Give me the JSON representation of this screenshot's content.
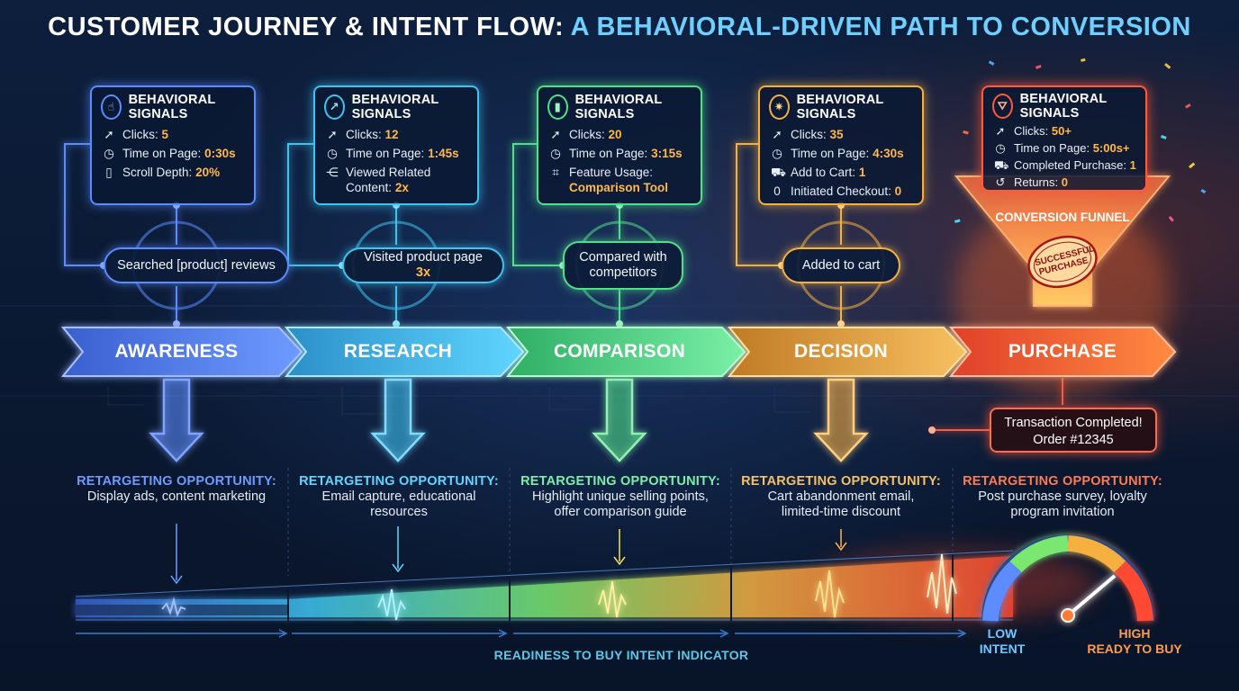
{
  "title": {
    "part1": "CUSTOMER JOURNEY & INTENT FLOW:",
    "part2": "A BEHAVIORAL-DRIVEN PATH TO CONVERSION"
  },
  "colors": {
    "awareness": "#5b8cff",
    "research": "#3fc3f0",
    "comparison": "#4fe08a",
    "decision": "#f5b040",
    "purchase": "#ff5a3c"
  },
  "stages": [
    {
      "name": "AWARENESS",
      "signals": {
        "title": "BEHAVIORAL SIGNALS",
        "icon": "touch-icon",
        "rows": [
          {
            "icon": "cursor-icon",
            "label": "Clicks:",
            "value": "5"
          },
          {
            "icon": "clock-icon",
            "label": "Time on Page:",
            "value": "0:30s"
          },
          {
            "icon": "scroll-icon",
            "label": "Scroll Depth:",
            "value": "20%"
          }
        ]
      },
      "action": "Searched [product] reviews",
      "opportunity_title": "RETARGETING OPPORTUNITY:",
      "opportunity_text": "Display ads, content marketing"
    },
    {
      "name": "RESEARCH",
      "signals": {
        "title": "BEHAVIORAL SIGNALS",
        "icon": "trend-icon",
        "rows": [
          {
            "icon": "cursor-icon",
            "label": "Clicks:",
            "value": "12"
          },
          {
            "icon": "clock-icon",
            "label": "Time on Page:",
            "value": "1:45s"
          },
          {
            "icon": "share-icon",
            "label": "Viewed Related Content:",
            "value": "2x"
          }
        ]
      },
      "action": "Visited product page",
      "action_value": "3x",
      "opportunity_title": "RETARGETING OPPORTUNITY:",
      "opportunity_text": "Email capture, educational resources"
    },
    {
      "name": "COMPARISON",
      "signals": {
        "title": "BEHAVIORAL SIGNALS",
        "icon": "bar-chart-icon",
        "rows": [
          {
            "icon": "cursor-icon",
            "label": "Clicks:",
            "value": "20"
          },
          {
            "icon": "clock-icon",
            "label": "Time on Page:",
            "value": "3:15s"
          },
          {
            "icon": "chart-icon",
            "label": "Feature Usage:",
            "value": "Comparison Tool"
          }
        ]
      },
      "action": "Compared with competitors",
      "opportunity_title": "RETARGETING OPPORTUNITY:",
      "opportunity_text": "Highlight unique selling points, offer comparison guide"
    },
    {
      "name": "DECISION",
      "signals": {
        "title": "BEHAVIORAL SIGNALS",
        "icon": "spark-icon",
        "rows": [
          {
            "icon": "cursor-icon",
            "label": "Clicks:",
            "value": "35"
          },
          {
            "icon": "clock-icon",
            "label": "Time on Page:",
            "value": "4:30s"
          },
          {
            "icon": "cart-icon",
            "label": "Add to Cart:",
            "value": "1"
          },
          {
            "icon": "zero-icon",
            "label": "Initiated Checkout:",
            "value": "0"
          }
        ]
      },
      "action": "Added to cart",
      "opportunity_title": "RETARGETING OPPORTUNITY:",
      "opportunity_text": "Cart abandonment email, limited-time discount"
    },
    {
      "name": "PURCHASE",
      "signals": {
        "title": "BEHAVIORAL SIGNALS",
        "icon": "funnel-icon",
        "rows": [
          {
            "icon": "cursor-icon",
            "label": "Clicks:",
            "value": "50+"
          },
          {
            "icon": "clock-icon",
            "label": "Time on Page:",
            "value": "5:00s+"
          },
          {
            "icon": "cart-icon",
            "label": "Completed Purchase:",
            "value": "1"
          },
          {
            "icon": "return-icon",
            "label": "Returns:",
            "value": "0"
          }
        ]
      },
      "funnel_label": "CONVERSION FUNNEL",
      "stamp": "SUCCESSFUL PURCHASE",
      "transaction_line1": "Transaction Completed!",
      "transaction_line2": "Order #12345",
      "opportunity_title": "RETARGETING OPPORTUNITY:",
      "opportunity_text": "Post purchase survey, loyalty program invitation"
    }
  ],
  "indicator": {
    "label": "READINESS TO BUY INTENT INDICATOR",
    "low_line1": "LOW",
    "low_line2": "INTENT",
    "high_line1": "HIGH",
    "high_line2": "READY TO BUY"
  }
}
